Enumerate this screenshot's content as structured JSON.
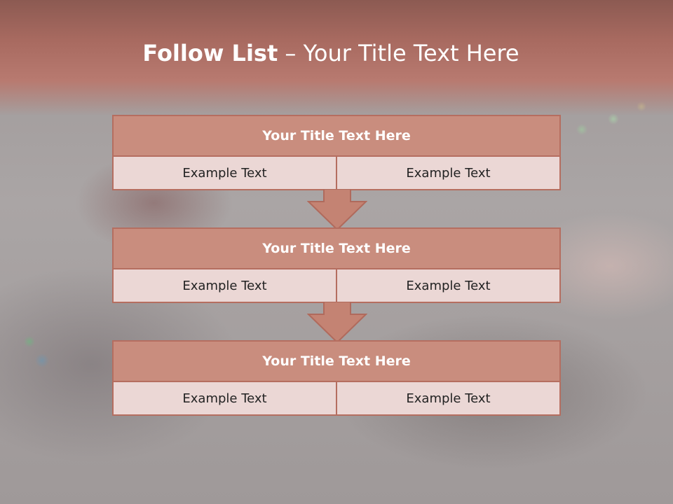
{
  "slide": {
    "title_bold": "Follow List",
    "title_rest": "– Your Title Text Here"
  },
  "blocks": [
    {
      "header": "Your Title Text Here",
      "cells": [
        "Example Text",
        "Example Text"
      ]
    },
    {
      "header": "Your Title Text Here",
      "cells": [
        "Example Text",
        "Example Text"
      ]
    },
    {
      "header": "Your Title Text Here",
      "cells": [
        "Example Text",
        "Example Text"
      ]
    }
  ],
  "colors": {
    "accent": "#b56e60",
    "header_fill": "#c98d7e",
    "cell_fill": "#ebd7d5",
    "title_band": "#b87a70"
  },
  "icons": [
    "down-arrow-icon",
    "down-arrow-icon"
  ]
}
